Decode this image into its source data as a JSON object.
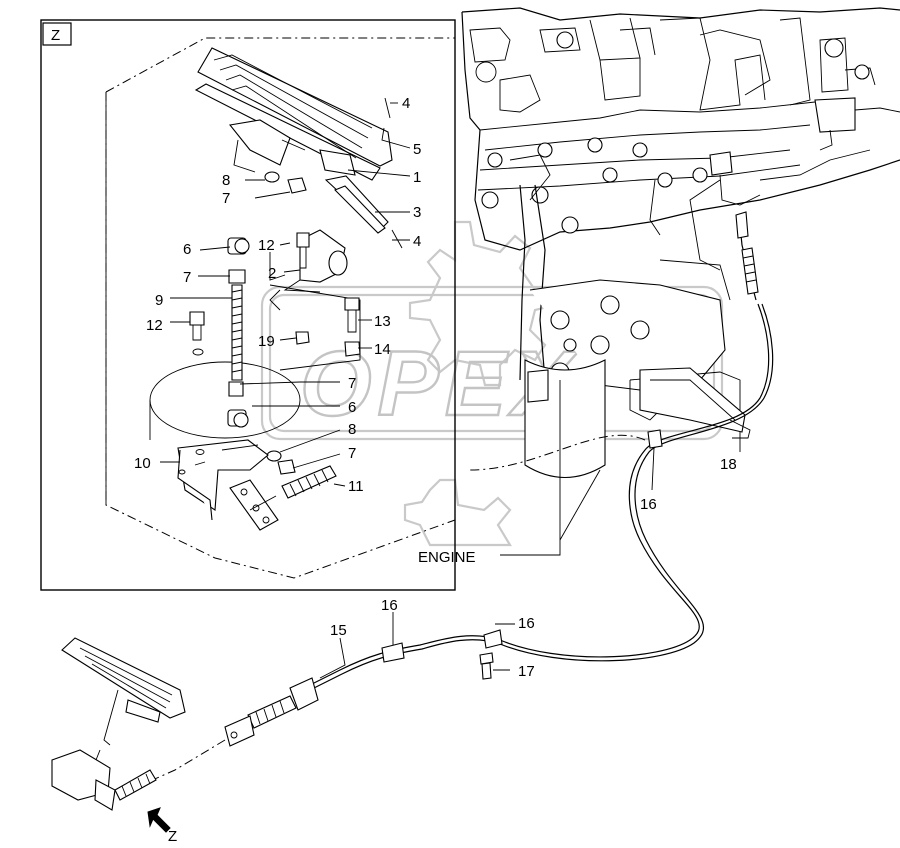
{
  "detail_view_label": "Z",
  "view_arrow_label": "Z",
  "engine_label": "ENGINE",
  "watermark": "OPEX",
  "callouts": [
    "4",
    "5",
    "1",
    "8",
    "7",
    "3",
    "6",
    "12",
    "4",
    "2",
    "7",
    "9",
    "13",
    "12",
    "19",
    "14",
    "7",
    "6",
    "8",
    "10",
    "7",
    "11",
    "18",
    "16",
    "16",
    "15",
    "16",
    "17"
  ]
}
